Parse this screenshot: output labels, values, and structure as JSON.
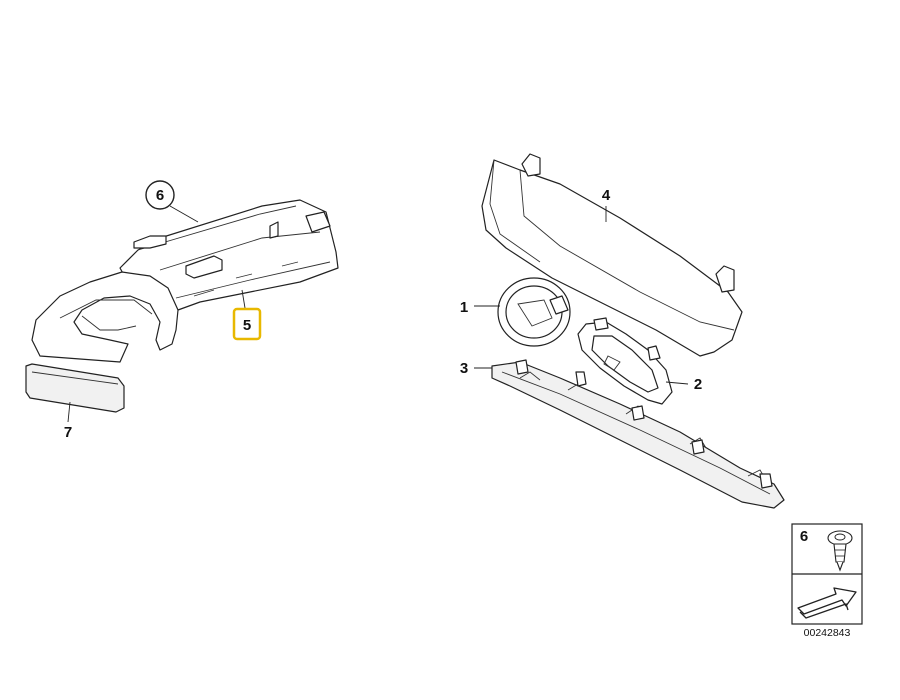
{
  "callouts": {
    "c1": "1",
    "c2": "2",
    "c3": "3",
    "c4": "4",
    "c5": "5",
    "c6": "6",
    "c7": "7"
  },
  "legend": {
    "number": "6",
    "diagram_id": "00242843"
  },
  "colors": {
    "highlight": "#e8b800",
    "line": "#222222",
    "shade": "#f1f1f1"
  }
}
